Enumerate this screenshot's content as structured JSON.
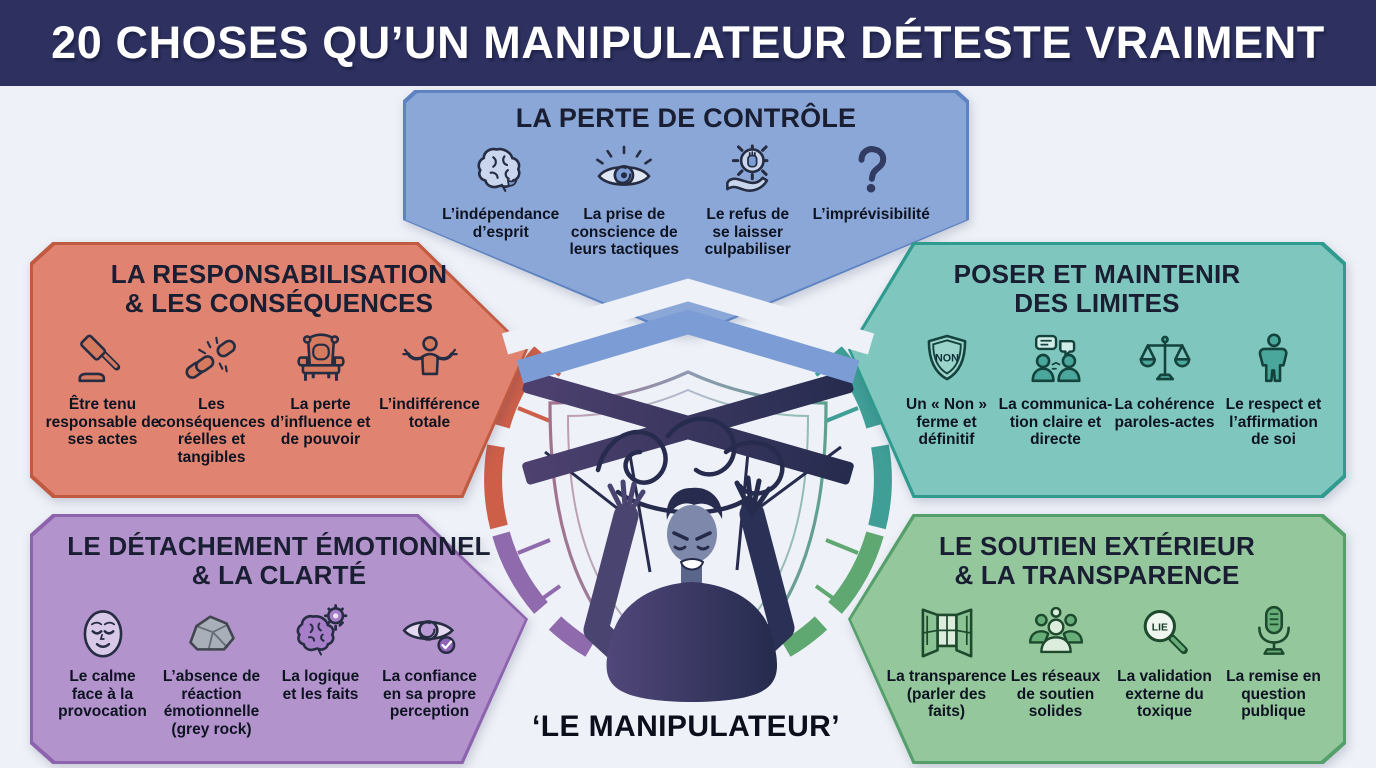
{
  "title": "20 CHOSES QU’UN MANIPULATEUR DÉTESTE VRAIMENT",
  "center": {
    "label": "‘LE MANIPULATEUR’"
  },
  "colors": {
    "banner_bg": "#2e3160",
    "background": "#eef1f7",
    "blue_fill": "#8ba7d7",
    "blue_edge": "#5d83c3",
    "red_fill": "#e08471",
    "red_edge": "#c05a41",
    "teal_fill": "#7fc7be",
    "teal_edge": "#2f9a8e",
    "purple_fill": "#b393cc",
    "purple_edge": "#8d63ad",
    "green_fill": "#95c79d",
    "green_edge": "#55a06a",
    "arc_red": "#cd5f48",
    "arc_teal": "#3f9e96",
    "arc_purple": "#8f6aad",
    "arc_green": "#5fa871"
  },
  "sections": {
    "control": {
      "title": "LA PERTE DE CONTRÔLE",
      "items": [
        {
          "icon": "brain-icon",
          "label": "L’indépendance\nd’esprit"
        },
        {
          "icon": "eye-awareness-icon",
          "label": "La prise de\nconscience de\nleurs tactiques"
        },
        {
          "icon": "hand-gear-icon",
          "label": "Le refus de\nse laisser\nculpabiliser"
        },
        {
          "icon": "question-mark-icon",
          "label": "L’imprévisibilité"
        }
      ]
    },
    "accountability": {
      "title": "LA RESPONSABILISATION\n& LES CONSÉQUENCES",
      "items": [
        {
          "icon": "gavel-icon",
          "label": "Être tenu\nresponsable de\nses actes"
        },
        {
          "icon": "broken-chain-icon",
          "label": "Les\nconséquences\nréelles et\ntangibles"
        },
        {
          "icon": "throne-icon",
          "label": "La perte\nd’influence et\nde pouvoir"
        },
        {
          "icon": "shrug-icon",
          "label": "L’indifférence\ntotale"
        }
      ]
    },
    "limits": {
      "title": "POSER ET MAINTENIR\nDES LIMITES",
      "items": [
        {
          "icon": "shield-non-icon",
          "label": "Un « Non »\nferme et\ndéfinitif"
        },
        {
          "icon": "conversation-icon",
          "label": "La communica-\ntion claire et\ndirecte"
        },
        {
          "icon": "scales-icon",
          "label": "La cohérence\nparoles-actes"
        },
        {
          "icon": "standing-person-icon",
          "label": "Le respect et\nl’affirmation\nde soi"
        }
      ]
    },
    "detachment": {
      "title": "LE DÉTACHEMENT ÉMOTIONNEL\n& LA CLARTÉ",
      "items": [
        {
          "icon": "calm-face-icon",
          "label": "Le calme\nface à la\nprovocation"
        },
        {
          "icon": "rock-icon",
          "label": "L’absence de\nréaction\némotionnelle\n(grey rock)"
        },
        {
          "icon": "brain-gear-icon",
          "label": "La logique\net les faits"
        },
        {
          "icon": "eye-check-icon",
          "label": "La confiance\nen sa propre\nperception"
        }
      ]
    },
    "support": {
      "title": "LE SOUTIEN EXTÉRIEUR\n& LA TRANSPARENCE",
      "items": [
        {
          "icon": "open-window-icon",
          "label": "La transparence\n(parler des\nfaits)"
        },
        {
          "icon": "people-group-icon",
          "label": "Les réseaux\nde soutien\nsolides"
        },
        {
          "icon": "magnifier-lie-icon",
          "label": "La validation\nexterne du\ntoxique"
        },
        {
          "icon": "microphone-icon",
          "label": "La remise en\nquestion\npublique"
        }
      ]
    }
  }
}
